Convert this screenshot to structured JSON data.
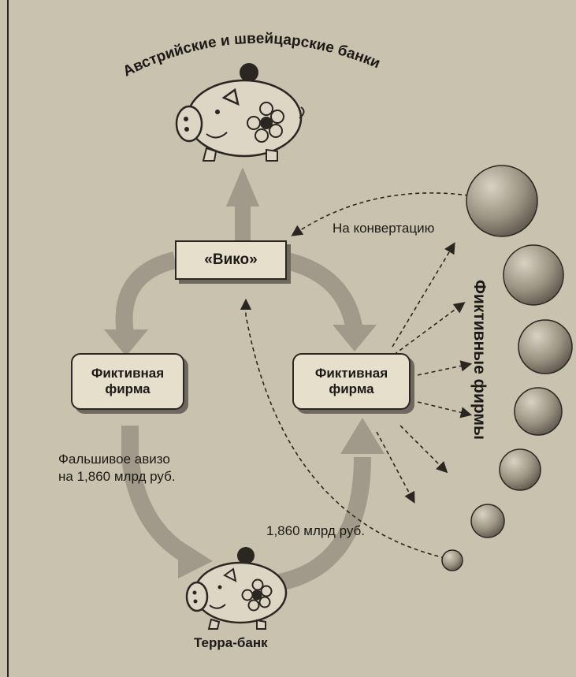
{
  "title_arc": "Австрийские и швейцарские банки",
  "center_box": "«Вико»",
  "left_firm": "Фиктивная фирма",
  "right_firm": "Фиктивная фирма",
  "conversion_label": "На конвертацию",
  "avizo_line1": "Фальшивое авизо",
  "avizo_line2": "на 1,860 млрд руб.",
  "amount_label": "1,860 млрд руб.",
  "bank_label": "Терра-банк",
  "fictitious_firms_label": "Фиктивные фирмы",
  "colors": {
    "background": "#c9c2ae",
    "ink": "#1c1a17",
    "arrow_gray": "#a19a8a",
    "box_fill": "#e6dfcc"
  }
}
